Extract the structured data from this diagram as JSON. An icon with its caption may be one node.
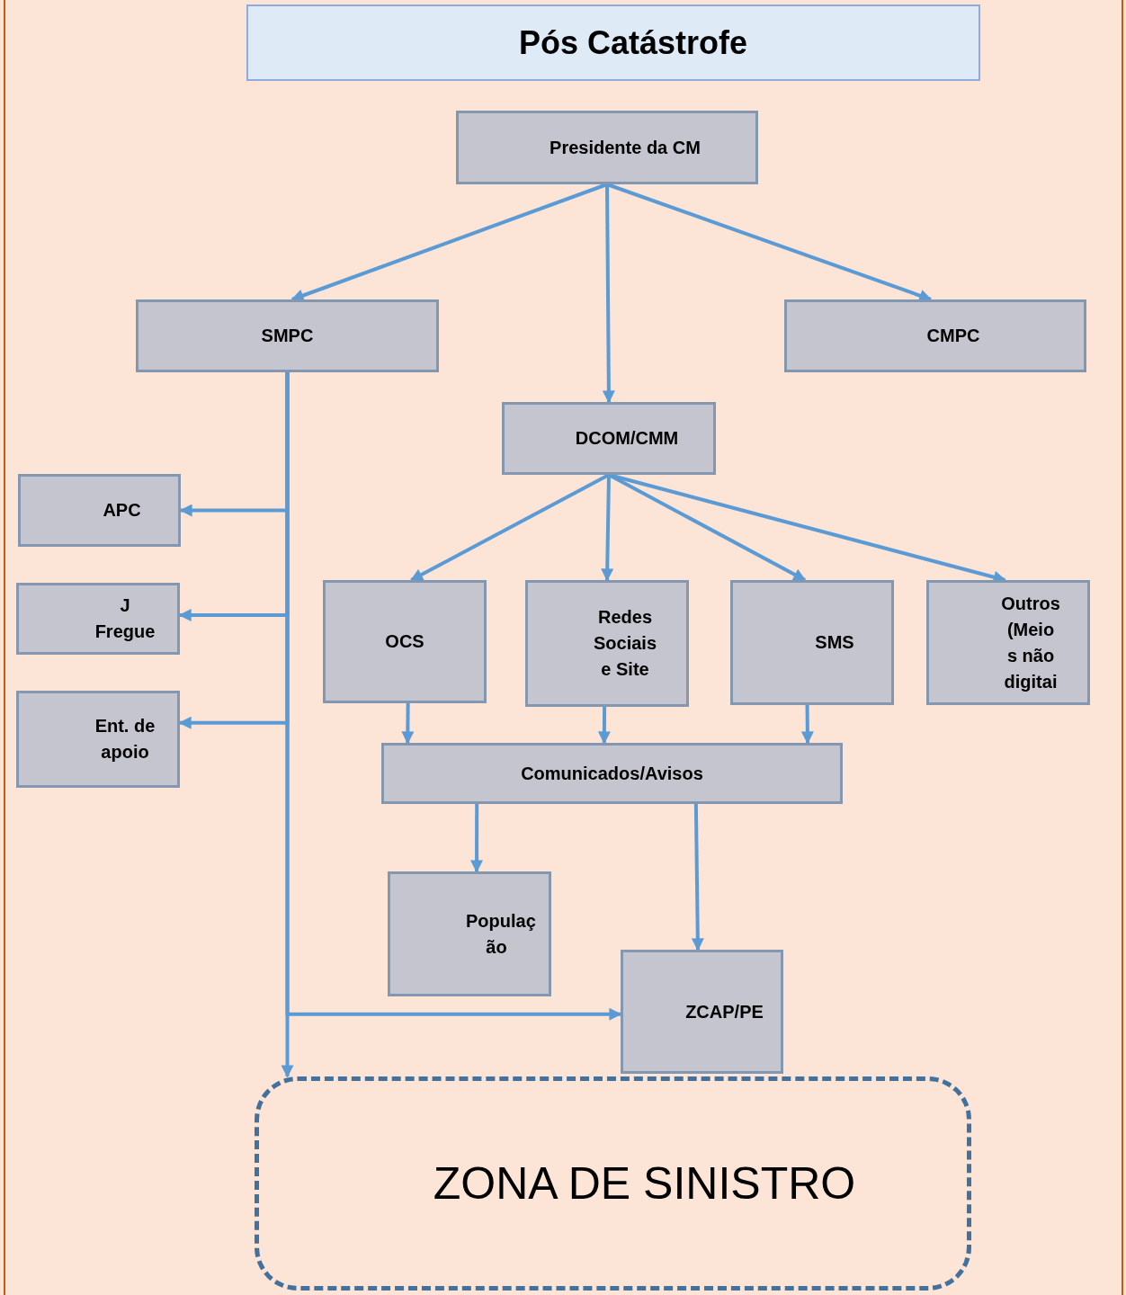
{
  "diagram": {
    "title": "Pós Catástrofe",
    "nodes": [
      {
        "text": [
          "Presidente da CM"
        ]
      },
      {
        "text": [
          "SMPC"
        ]
      },
      {
        "text": [
          "CMPC"
        ]
      },
      {
        "text": [
          "DCOM/CMM"
        ]
      },
      {
        "text": [
          "APC"
        ]
      },
      {
        "text": [
          "J Fregue"
        ]
      },
      {
        "text": [
          "Ent. de apoio"
        ]
      },
      {
        "text": [
          "OCS"
        ]
      },
      {
        "text": [
          "Redes Sociais e Site"
        ]
      },
      {
        "text": [
          "SMS"
        ]
      },
      {
        "text": [
          "Outros (Meio s não digitai"
        ]
      },
      {
        "text": [
          "Comunicados/Avisos"
        ]
      },
      {
        "text": [
          "Populaç ão"
        ]
      },
      {
        "text": [
          "ZCAP/PE"
        ]
      },
      {
        "text": [
          "ZONA DE SINISTRO"
        ]
      }
    ],
    "edges": [
      {
        "from": 0,
        "to": 1,
        "arrow": "to"
      },
      {
        "from": 0,
        "to": 3,
        "arrow": "to"
      },
      {
        "from": 0,
        "to": 2,
        "arrow": "to"
      },
      {
        "from": 1,
        "to": 4,
        "arrow": "to"
      },
      {
        "from": 1,
        "to": 5,
        "arrow": "to"
      },
      {
        "from": 1,
        "to": 6,
        "arrow": "to"
      },
      {
        "from": 1,
        "to": 13,
        "arrow": "to"
      },
      {
        "from": 1,
        "to": 14,
        "arrow": "to"
      },
      {
        "from": 3,
        "to": 7,
        "arrow": "to"
      },
      {
        "from": 3,
        "to": 8,
        "arrow": "to"
      },
      {
        "from": 3,
        "to": 9,
        "arrow": "to"
      },
      {
        "from": 3,
        "to": 10,
        "arrow": "to"
      },
      {
        "from": 7,
        "to": 11,
        "arrow": "to"
      },
      {
        "from": 8,
        "to": 11,
        "arrow": "to"
      },
      {
        "from": 9,
        "to": 11,
        "arrow": "to"
      },
      {
        "from": 11,
        "to": 12,
        "arrow": "to"
      },
      {
        "from": 11,
        "to": 13,
        "arrow": "to"
      }
    ]
  }
}
